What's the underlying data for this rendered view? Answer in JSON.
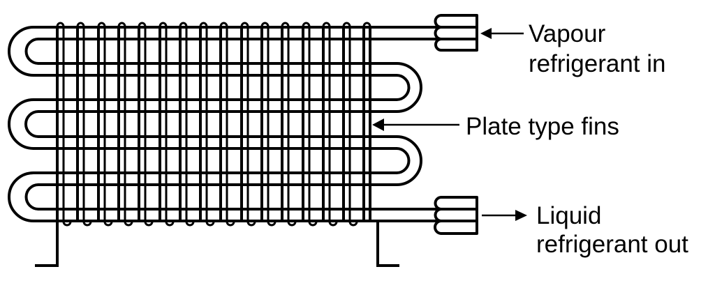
{
  "diagram": {
    "subject": "Plate type fin condenser / evaporator coil",
    "labels": {
      "inlet_line1": "Vapour",
      "inlet_line2": "refrigerant in",
      "fins": "Plate type fins",
      "outlet_line1": "Liquid",
      "outlet_line2": "refrigerant out"
    },
    "components": [
      {
        "name": "serpentine-tube",
        "description": "Coiled refrigerant tube with three left U-bends and two right U-bends"
      },
      {
        "name": "plate-fins",
        "count": 16
      },
      {
        "name": "inlet-fitting",
        "position": "top-right"
      },
      {
        "name": "outlet-fitting",
        "position": "bottom-right"
      },
      {
        "name": "support-legs",
        "count": 2
      }
    ],
    "arrows": [
      {
        "from": "inlet-label",
        "to": "inlet-fitting",
        "direction": "left"
      },
      {
        "from": "fins-label",
        "to": "plate-fins",
        "direction": "left"
      },
      {
        "from": "outlet-fitting",
        "to": "outlet-label",
        "direction": "right"
      }
    ],
    "colors": {
      "stroke": "#000000",
      "background": "#ffffff"
    }
  }
}
